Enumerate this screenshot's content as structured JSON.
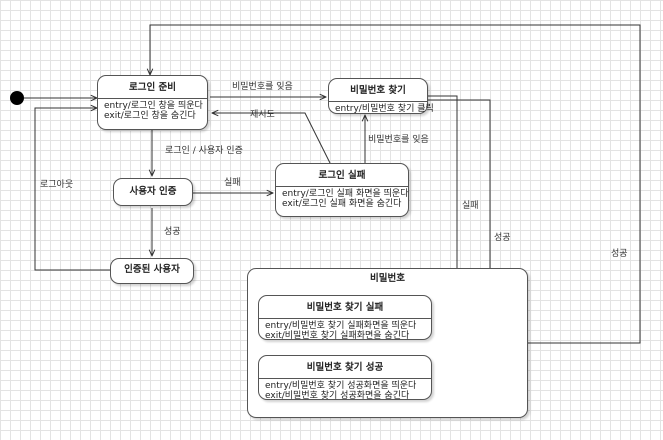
{
  "states": {
    "login_ready": {
      "title": "로그인 준비",
      "entry": "entry/로그인 창을 띄운다",
      "exit": "exit/로그인 창을 숨긴다"
    },
    "find_password": {
      "title": "비밀번호 찾기",
      "entry": "entry/비밀번호 찾기 클릭"
    },
    "user_auth": {
      "title": "사용자 인증"
    },
    "login_fail": {
      "title": "로그인 실패",
      "entry": "entry/로그인 실패 화면을 띄운다",
      "exit": "exit/로그인 실패 화면을 숨긴다"
    },
    "authed_user": {
      "title": "인증된 사용자"
    },
    "password_group": {
      "title": "비밀번호"
    },
    "find_fail": {
      "title": "비밀번호 찾기 실패",
      "entry": "entry/비밀번호 찾기 실패화면을 띄운다",
      "exit": "exit/비밀번호 찾기 실패화면을 숨긴다"
    },
    "find_success": {
      "title": "비밀번호 찾기 성공",
      "entry": "entry/비밀번호 찾기 성공화면을 띄운다",
      "exit": "exit/비밀번호 찾기 성공화면을 숨긴다"
    }
  },
  "transitions": {
    "forgot_password_1": "비밀번호를 잊음",
    "retry": "재시도",
    "login_auth": "로그인 / 사용자 인증",
    "fail": "실패",
    "forgot_password_2": "비밀번호를 잊음",
    "success_down": "성공",
    "logout": "로그아웃",
    "find_fail_label": "실패",
    "find_success_label": "성공",
    "group_success": "성공"
  }
}
